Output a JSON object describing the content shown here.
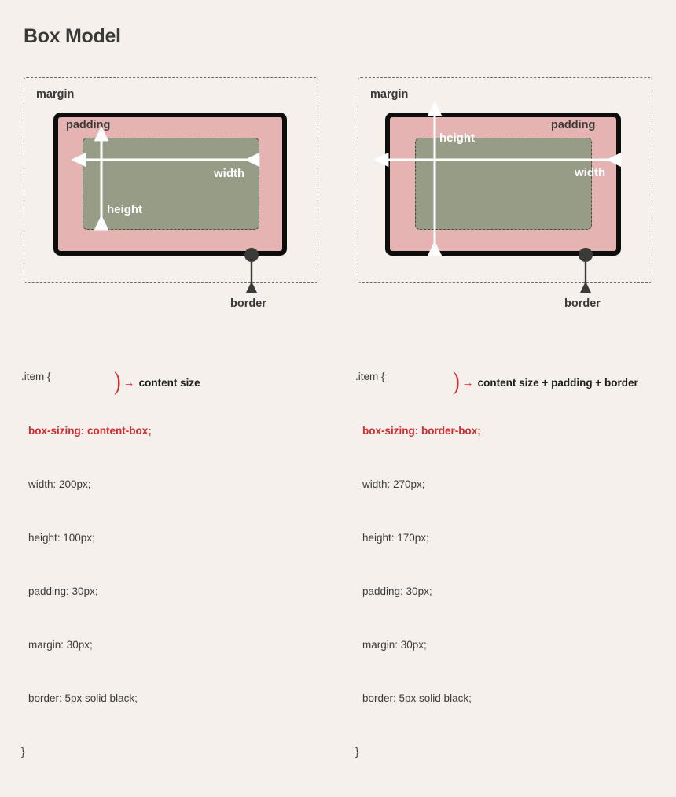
{
  "page": {
    "title": "Box Model",
    "background_color": "#f5f0ec"
  },
  "colors": {
    "background": "#f5f0ec",
    "content_green": "#979c86",
    "padding_pink": "#e6b3b3",
    "border_black": "#0d0d0d",
    "accent_red": "#d6282b",
    "text_dark": "#3a3a38",
    "label_white": "#ffffff"
  },
  "diagrams": [
    {
      "id": "content-box",
      "labels": {
        "margin": "margin",
        "padding": "padding",
        "width": "width",
        "height": "height",
        "border": "border"
      }
    },
    {
      "id": "border-box",
      "labels": {
        "margin": "margin",
        "padding": "padding",
        "width": "width",
        "height": "height",
        "border": "border"
      }
    }
  ],
  "code_blocks": [
    {
      "id": "content-box-code",
      "lines": [
        {
          "text": ".item {",
          "highlight": false,
          "indent": false
        },
        {
          "text": "box-sizing: content-box;",
          "highlight": true,
          "indent": true
        },
        {
          "text": "width: 200px;",
          "highlight": false,
          "indent": true
        },
        {
          "text": "height: 100px;",
          "highlight": false,
          "indent": true
        },
        {
          "text": "padding: 30px;",
          "highlight": false,
          "indent": true
        },
        {
          "text": "margin: 30px;",
          "highlight": false,
          "indent": true
        },
        {
          "text": "border: 5px solid black;",
          "highlight": false,
          "indent": true
        },
        {
          "text": "}",
          "highlight": false,
          "indent": false
        }
      ],
      "annotation": "content size"
    },
    {
      "id": "border-box-code",
      "lines": [
        {
          "text": ".item {",
          "highlight": false,
          "indent": false
        },
        {
          "text": "box-sizing: border-box;",
          "highlight": true,
          "indent": true
        },
        {
          "text": "width: 270px;",
          "highlight": false,
          "indent": true
        },
        {
          "text": "height: 170px;",
          "highlight": false,
          "indent": true
        },
        {
          "text": "padding: 30px;",
          "highlight": false,
          "indent": true
        },
        {
          "text": "margin: 30px;",
          "highlight": false,
          "indent": true
        },
        {
          "text": "border: 5px solid black;",
          "highlight": false,
          "indent": true
        },
        {
          "text": "}",
          "highlight": false,
          "indent": false
        }
      ],
      "annotation": "content size + padding + border"
    }
  ]
}
